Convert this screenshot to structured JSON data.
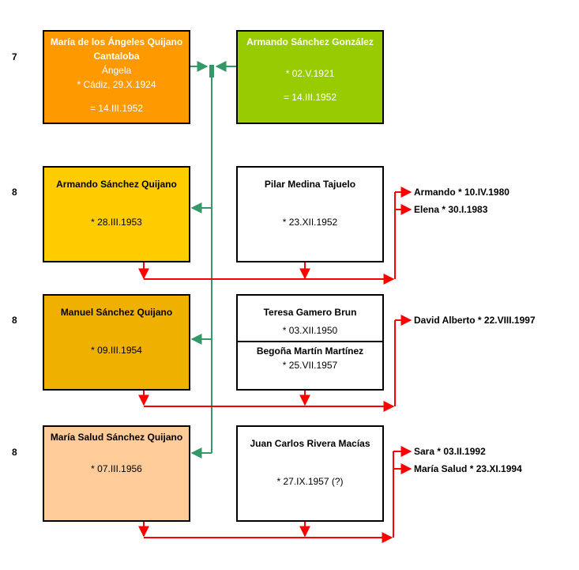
{
  "colors": {
    "orange": "#ff9900",
    "green": "#99cc00",
    "gold": "#ffcc00",
    "peach": "#ffcc99",
    "white": "#ffffff",
    "green_line": "#339966",
    "red_line": "#ff0000"
  },
  "generations": [
    "7",
    "8",
    "8",
    "8"
  ],
  "couple": {
    "wife": {
      "name": "María de los Ángeles Quijano Cantaloba",
      "nickname": "Ángela",
      "birth": "* Cádiz, 29.X.1924",
      "marriage": "= 14.III.1952"
    },
    "husband": {
      "name": "Armando Sánchez González",
      "birth": "* 02.V.1921",
      "marriage": "= 14.III.1952"
    }
  },
  "children": [
    {
      "name": "Armando Sánchez Quijano",
      "birth": "* 28.III.1953",
      "spouse": {
        "name": "Pilar Medina Tajuelo",
        "birth": "* 23.XII.1952"
      },
      "offspring": [
        "Armando * 10.IV.1980",
        "Elena * 30.I.1983"
      ]
    },
    {
      "name": "Manuel Sánchez Quijano",
      "birth": "* 09.III.1954",
      "spouse": {
        "name": "Teresa Gamero Brun",
        "birth": "* 03.XII.1950"
      },
      "spouse2": {
        "name": "Begoña Martín Martínez",
        "birth": "* 25.VII.1957"
      },
      "offspring": [
        "David Alberto * 22.VIII.1997"
      ]
    },
    {
      "name": "María Salud Sánchez Quijano",
      "birth": "* 07.III.1956",
      "spouse": {
        "name": "Juan Carlos Rivera Macías",
        "birth": "* 27.IX.1957 (?)"
      },
      "offspring": [
        "Sara * 03.II.1992",
        "María Salud * 23.XI.1994"
      ]
    }
  ]
}
